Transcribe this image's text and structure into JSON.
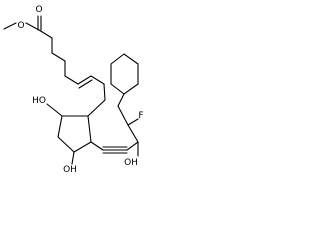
{
  "molecule": {
    "labels": {
      "ester_o_methyl": "O",
      "carbonyl_o": "O",
      "hydroxyl_ring_top": "HO",
      "hydroxyl_ring_bottom": "OH",
      "hydroxyl_chain": "OH",
      "fluorine": "F"
    }
  }
}
